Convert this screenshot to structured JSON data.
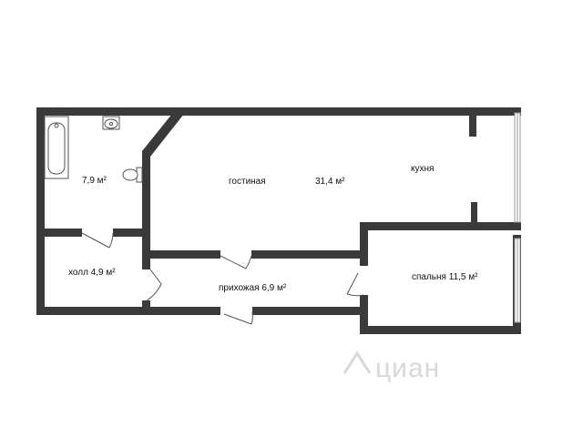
{
  "colors": {
    "wall": "#3a3a3a",
    "fixture": "#555555",
    "window": "#9a9a9a",
    "watermark": "#d8d8d8"
  },
  "rooms": {
    "bathroom": {
      "area": "7,9 м²"
    },
    "living": {
      "name": "гостиная",
      "area": "31,4 м²"
    },
    "kitchen": {
      "name": "кухня"
    },
    "hall": {
      "label": "холл 4,9 м²"
    },
    "entrance": {
      "label": "прихожая 6,9 м²"
    },
    "bedroom": {
      "label": "спальня 11,5 м²"
    }
  },
  "watermark": {
    "text": "циан"
  }
}
